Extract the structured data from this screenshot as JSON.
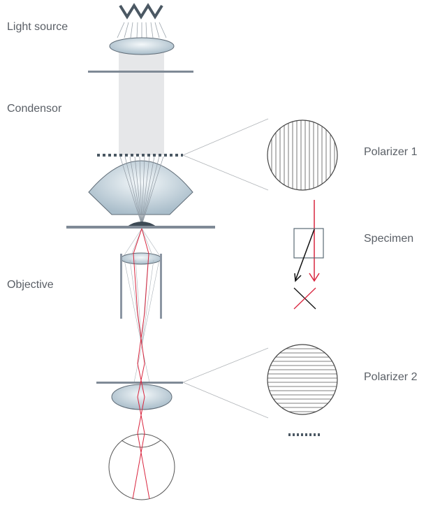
{
  "labels": {
    "light_source": "Light source",
    "condensor": "Condensor",
    "objective": "Objective",
    "polarizer1": "Polarizer 1",
    "specimen": "Specimen",
    "polarizer2": "Polarizer 2"
  },
  "colors": {
    "lens": "#b7c8d3",
    "metal": "#7f8a96",
    "ray_red": "#d9263f",
    "ray_gray": "#9aa3ab",
    "text": "#5a5f66"
  }
}
